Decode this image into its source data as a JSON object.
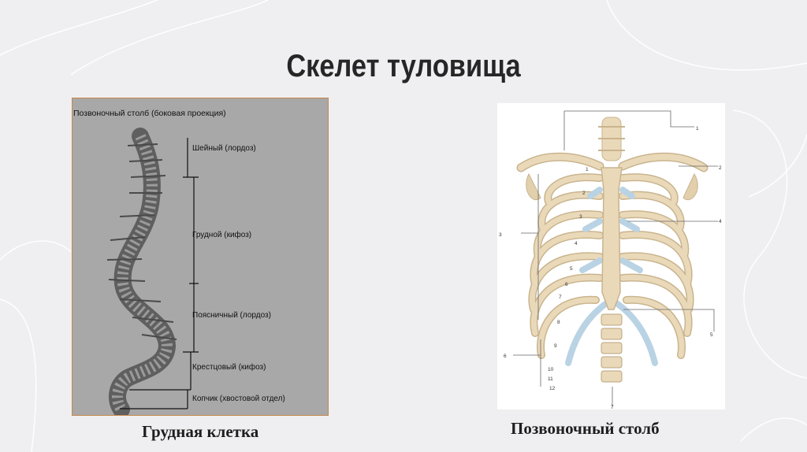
{
  "slide": {
    "title": "Скелет туловища",
    "caption_left": "Грудная клетка",
    "caption_right": "Позвоночный столб"
  },
  "spine_figure": {
    "heading": "Позвоночный столб (боковая проекция)",
    "regions": [
      "Шейный (лордоз)",
      "Грудной (кифоз)",
      "Поясничный  (лордоз)",
      "Крестцовый (кифоз)",
      "Копчик (хвостовой отдел)"
    ]
  },
  "thorax_figure": {
    "callout_numbers": [
      "1",
      "2",
      "3",
      "4",
      "5",
      "6",
      "7"
    ],
    "rib_numbers": [
      "1",
      "2",
      "3",
      "4",
      "5",
      "6",
      "7",
      "8",
      "9",
      "10",
      "11",
      "12"
    ]
  },
  "colors": {
    "background": "#efeff1",
    "bone": "#ead9b9",
    "cartilage": "#b9d3e4",
    "panel_border": "#c7864a"
  }
}
